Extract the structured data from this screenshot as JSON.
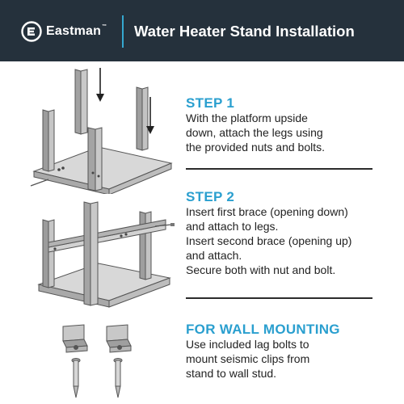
{
  "header": {
    "brand": "Eastman",
    "trademark": "™",
    "title": "Water Heater Stand Installation",
    "background": "#25313c",
    "accent": "#35a8d0",
    "logo_icon": "eastman-e-logo-icon"
  },
  "steps": [
    {
      "heading": "STEP 1",
      "lines": [
        "With the platform upside",
        "down, attach the legs using",
        "the provided nuts and bolts."
      ],
      "illustration": "stand-legs-assembly-illustration"
    },
    {
      "heading": "STEP 2",
      "lines": [
        "Insert first brace (opening down)",
        "and attach to legs.",
        "Insert second brace (opening up)",
        "and attach.",
        "Secure both with nut and bolt."
      ],
      "illustration": "stand-brace-assembly-illustration"
    },
    {
      "heading": "FOR WALL MOUNTING",
      "lines": [
        "Use included lag bolts to",
        "mount seismic clips from",
        "stand to wall stud."
      ],
      "illustration": "seismic-clips-lag-bolts-illustration"
    }
  ],
  "colors": {
    "heading": "#2a9fcf",
    "body_text": "#222222",
    "rule": "#2b2b2b"
  }
}
